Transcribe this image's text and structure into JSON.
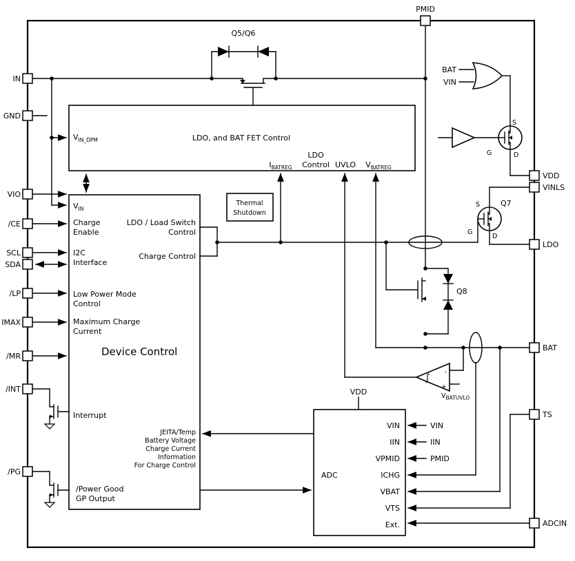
{
  "colors": {
    "stroke": "#000000",
    "background": "#ffffff"
  },
  "pins": {
    "left": [
      "IN",
      "GND",
      "VIO",
      "/CE",
      "SCL",
      "SDA",
      "/LP",
      "IMAX",
      "/MR",
      "/INT",
      "/PG"
    ],
    "top": [
      "PMID"
    ],
    "right": [
      "VDD",
      "VINLS",
      "LDO",
      "BAT",
      "TS",
      "ADCIN"
    ]
  },
  "power_path": {
    "q5q6_label": "Q5/Q6",
    "q8_label": "Q8"
  },
  "ldo_block": {
    "title": "LDO, and BAT FET Control",
    "vin_dpm": {
      "base": "V",
      "sub": "IN_DPM"
    },
    "ibatreg": {
      "base": "I",
      "sub": "BATREG"
    },
    "ldo_control": [
      "LDO",
      "Control"
    ],
    "uvlo": "UVLO",
    "vbatreg": {
      "base": "V",
      "sub": "BATREG"
    }
  },
  "thermal": {
    "lines": [
      "Thermal",
      "Shutdown"
    ]
  },
  "device_control": {
    "title": "Device Control",
    "vin": {
      "base": "V",
      "sub": "IN"
    },
    "charge_enable": [
      "Charge",
      "Enable"
    ],
    "ldo_load_switch": [
      "LDO / Load Switch",
      "Control"
    ],
    "i2c": [
      "I2C",
      "Interface"
    ],
    "charge_control": "Charge Control",
    "low_power": [
      "Low Power Mode",
      "Control"
    ],
    "max_charge": [
      "Maximum Charge",
      "Current"
    ],
    "interrupt": "Interrupt",
    "adc_info": [
      "JEITA/Temp",
      "Battery Voltage",
      "Charge Current",
      "Information",
      "For Charge Control"
    ],
    "power_good": [
      "/Power Good",
      "GP Output"
    ]
  },
  "adc_block": {
    "label": "ADC",
    "vdd_label": "VDD",
    "channels": [
      "VIN",
      "IIN",
      "VPMID",
      "ICHG",
      "VBAT",
      "VTS",
      "Ext."
    ],
    "external": [
      "VIN",
      "IIN",
      "PMID"
    ]
  },
  "analog": {
    "or_inputs": [
      "BAT",
      "VIN"
    ],
    "mosfet_top": {
      "s": "S",
      "g": "G",
      "d": "D"
    },
    "q7": {
      "label": "Q7",
      "s": "S",
      "g": "G",
      "d": "D"
    },
    "comparator": {
      "minus": "-",
      "plus": "+",
      "glyph": "∫",
      "ref": {
        "base": "V",
        "sub": "BATUVLO"
      }
    }
  }
}
